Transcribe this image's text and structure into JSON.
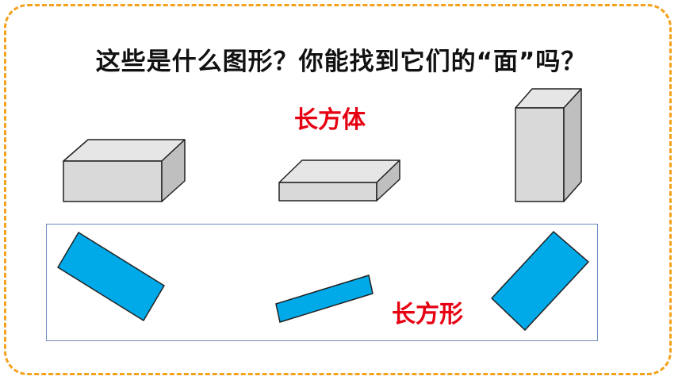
{
  "question": "这些是什么图形？你能找到它们的“面”吗？",
  "labels": {
    "solid": "长方体",
    "face": "长方形"
  },
  "colors": {
    "frame_border": "#f4a11c",
    "label_text": "#e60012",
    "face_fill": "#00a9e8",
    "face_stroke": "#222222",
    "cuboid_light": "#d9d9d9",
    "cuboid_top": "#e6e6e6",
    "cuboid_side": "#bfbfbf",
    "faces_box_border": "#6b8bbd"
  },
  "solids": [
    "cuboid-flat-wide",
    "cuboid-flat-thin",
    "cuboid-tall"
  ],
  "faces": [
    "rectangle-tilted-left",
    "rectangle-thin-center",
    "rectangle-tilted-right"
  ]
}
